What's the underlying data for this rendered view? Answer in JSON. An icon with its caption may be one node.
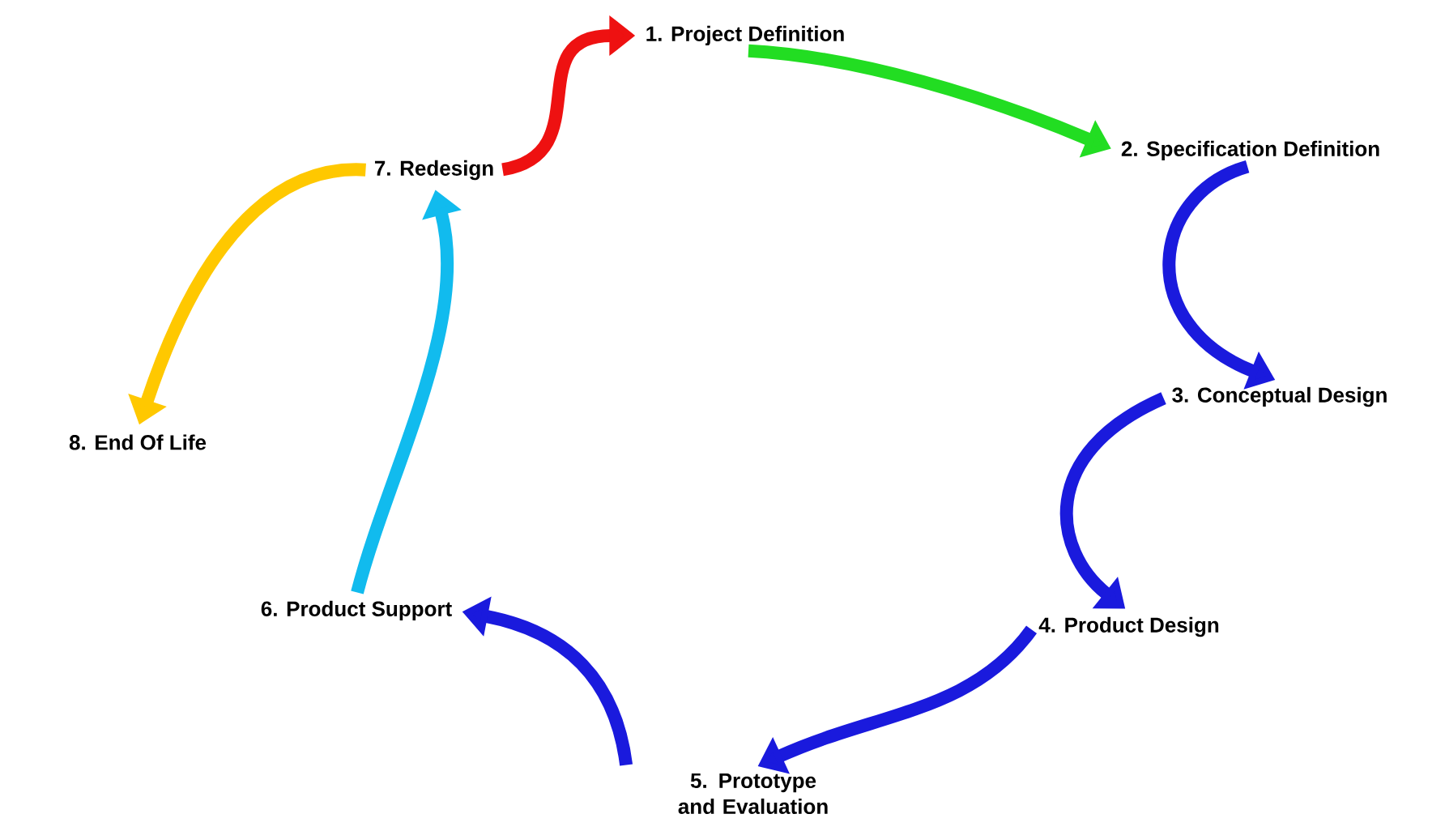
{
  "diagram": {
    "nodes": [
      {
        "text": [
          "1. Project Definition"
        ]
      },
      {
        "text": [
          "2. Specification Definition"
        ]
      },
      {
        "text": [
          "3. Conceptual Design"
        ]
      },
      {
        "text": [
          "4. Product Design"
        ]
      },
      {
        "text": [
          "5. Prototype and Evaluation"
        ]
      },
      {
        "text": [
          "6. Product Support"
        ]
      },
      {
        "text": [
          "7. Redesign"
        ]
      },
      {
        "text": [
          "8. End Of Life"
        ]
      }
    ],
    "edges": [
      {
        "from": 0,
        "to": 1,
        "arrow": "to",
        "color": "#22dd22"
      },
      {
        "from": 1,
        "to": 2,
        "arrow": "to"
      },
      {
        "from": 2,
        "to": 3,
        "arrow": "to"
      },
      {
        "from": 3,
        "to": 4,
        "arrow": "to"
      },
      {
        "from": 4,
        "to": 5,
        "arrow": "to"
      },
      {
        "from": 5,
        "to": 6,
        "arrow": "to",
        "color": "#11bbee"
      },
      {
        "from": 6,
        "to": 0,
        "arrow": "to",
        "color": "#ee1111"
      },
      {
        "from": 6,
        "to": 7,
        "arrow": "to",
        "color": "#ffc800"
      }
    ]
  }
}
